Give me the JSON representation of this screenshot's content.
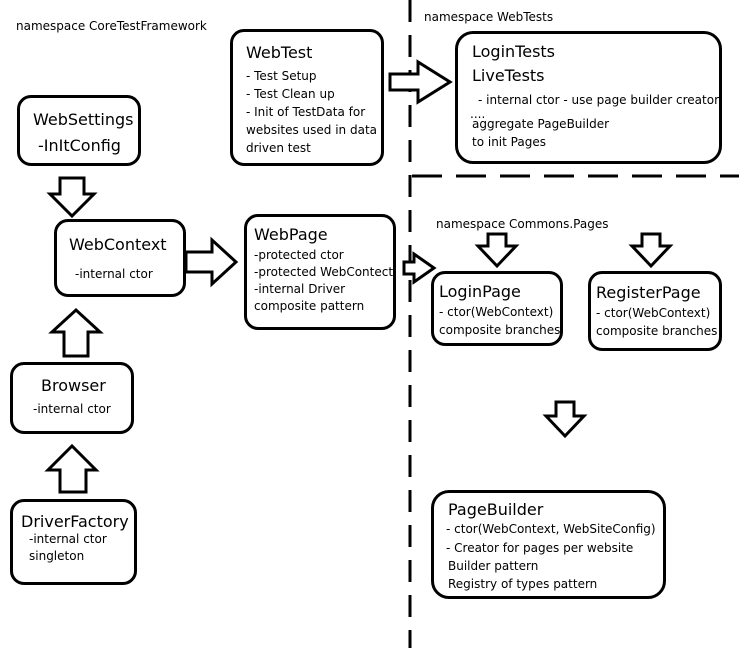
{
  "namespaces": {
    "core": "namespace CoreTestFramework",
    "webtests": "namespace WebTests",
    "commons": "namespace Commons.Pages"
  },
  "boxes": {
    "websettings": {
      "title": "WebSettings",
      "lines": [
        "-InItConfig"
      ]
    },
    "webcontext": {
      "title": "WebContext",
      "lines": [
        "-internal ctor"
      ]
    },
    "browser": {
      "title": "Browser",
      "lines": [
        "-internal ctor"
      ]
    },
    "driverfactory": {
      "title": "DriverFactory",
      "lines": [
        "-internal ctor",
        "singleton"
      ]
    },
    "webtest": {
      "title": "WebTest",
      "lines": [
        "- Test Setup",
        "- Test Clean up",
        "- Init of TestData for",
        "websites used in data",
        "driven test"
      ]
    },
    "webpage": {
      "title": "WebPage",
      "lines": [
        "-protected ctor",
        "-protected WebContect",
        "-internal Driver",
        "composite pattern"
      ]
    },
    "logintests": {
      "title": "LoginTests",
      "title2": "LiveTests",
      "lines": [
        "- internal ctor - use page builder creator",
        "....",
        "aggregate PageBuilder",
        "to init Pages"
      ]
    },
    "loginpage": {
      "title": "LoginPage",
      "lines": [
        "- ctor(WebContext)",
        "composite branches"
      ]
    },
    "registerpage": {
      "title": "RegisterPage",
      "lines": [
        "- ctor(WebContext)",
        "composite branches"
      ]
    },
    "pagebuilder": {
      "title": "PageBuilder",
      "lines": [
        "- ctor(WebContext, WebSiteConfig)",
        "- Creator for pages per website",
        "Builder pattern",
        "Registry of types pattern"
      ]
    }
  }
}
